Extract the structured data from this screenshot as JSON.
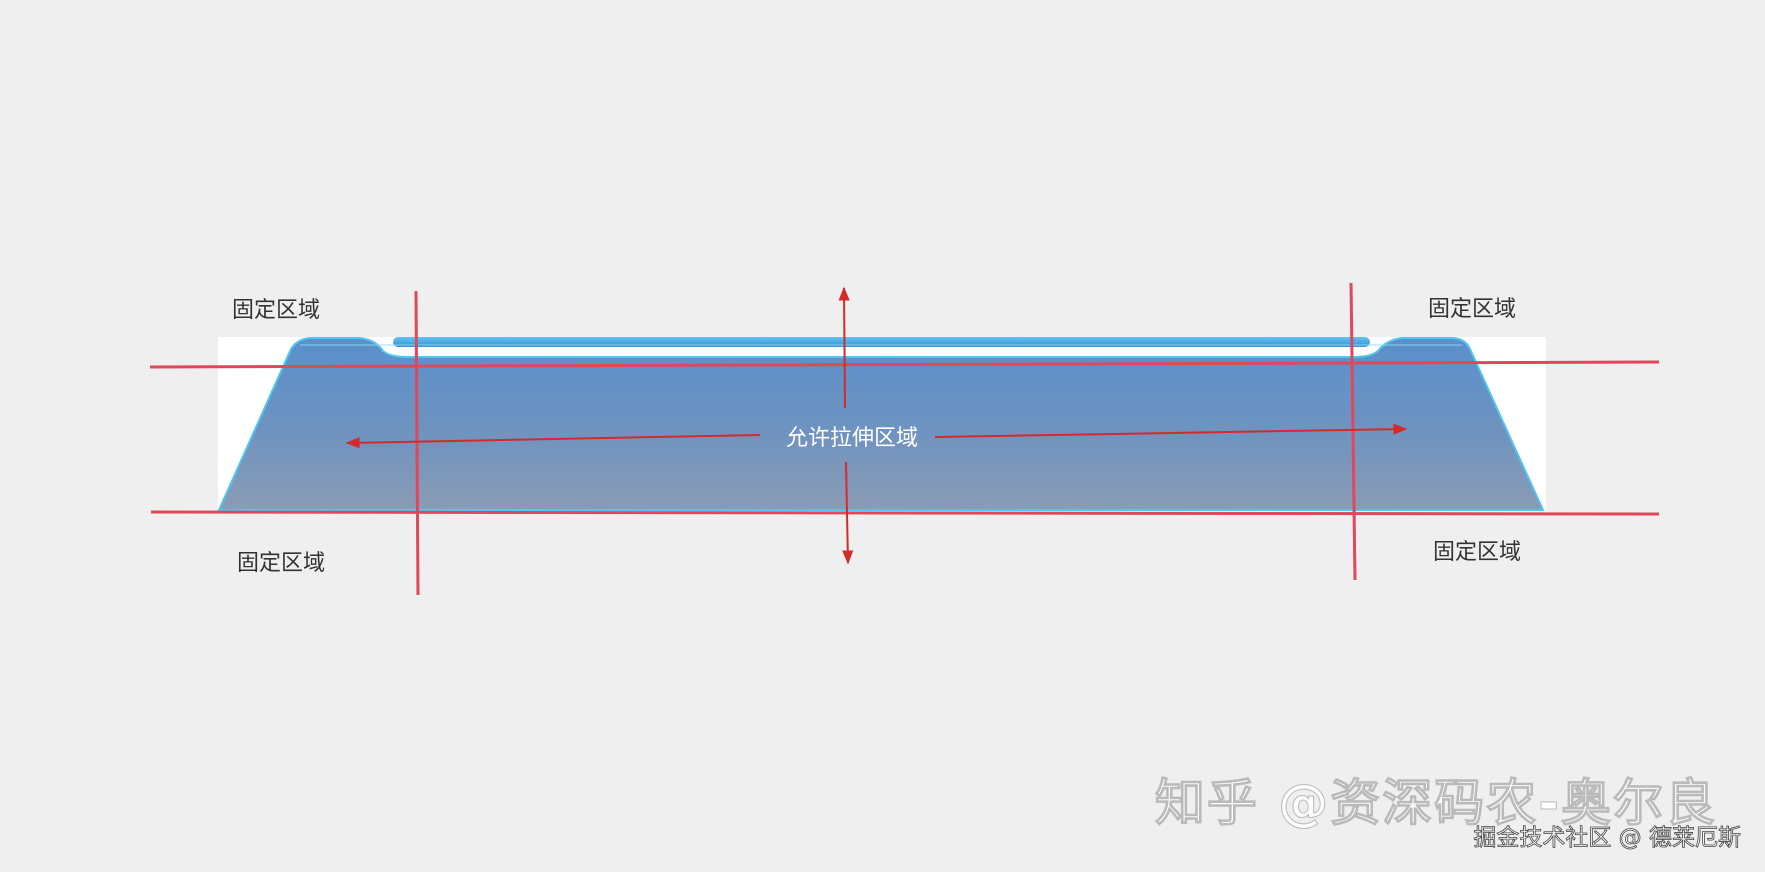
{
  "labels": {
    "fixed_top_left": "固定区域",
    "fixed_top_right": "固定区域",
    "fixed_bottom_left": "固定区域",
    "fixed_bottom_right": "固定区域",
    "stretch_center": "允许拉伸区域"
  },
  "watermarks": {
    "zhihu": "知乎 @资深码农-奥尔良",
    "juejin": "掘金技术社区 @ 德莱厄斯"
  },
  "colors": {
    "background": "#efefef",
    "guide_line": "#e0475a",
    "arrow": "#d42a2a",
    "panel_top": "#5a90cc",
    "panel_bottom": "#8a9bb5",
    "panel_edge": "#4ec7f0",
    "label_dark": "#333333",
    "label_light": "#ffffff"
  }
}
